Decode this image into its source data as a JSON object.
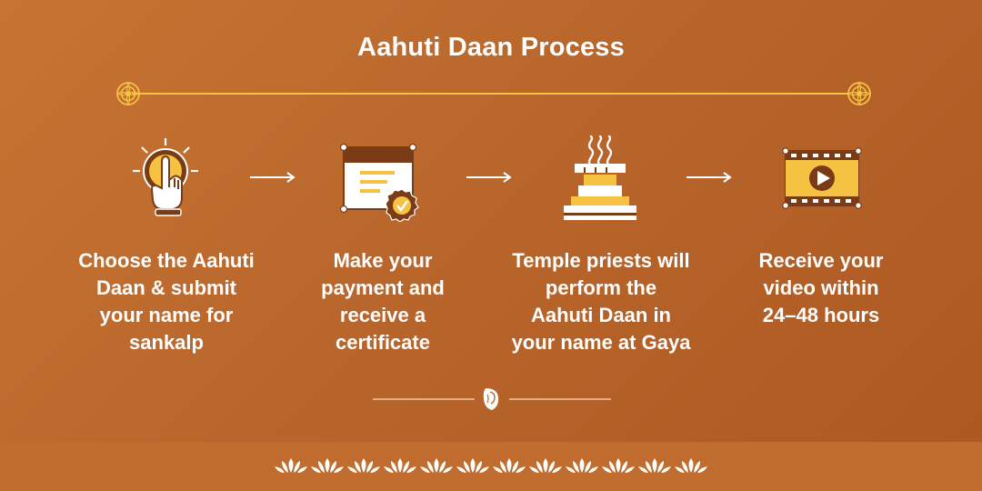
{
  "header": {
    "title": "Aahuti Daan Process"
  },
  "steps": [
    {
      "icon": "tap-icon",
      "text": "Choose the Aahuti\nDaan & submit\nyour name for\nsankalp"
    },
    {
      "icon": "certificate-icon",
      "text": "Make your\npayment and\nreceive a\ncertificate"
    },
    {
      "icon": "fire-altar-icon",
      "text": "Temple priests will\nperform the\nAahuti Daan in\nyour name at Gaya"
    },
    {
      "icon": "video-icon",
      "text": "Receive your\nvideo within\n24–48 hours"
    }
  ],
  "decorations": {
    "top_divider_icon": "mandala-icon",
    "bottom_divider_icon": "conch-icon",
    "footer_icon": "lotus-icon"
  },
  "colors": {
    "background_light": "#c77433",
    "background_dark": "#ac5821",
    "accent": "#f5c242",
    "text": "#ffffff",
    "icon_fill": "#ffffff",
    "brown": "#7a3b17"
  }
}
